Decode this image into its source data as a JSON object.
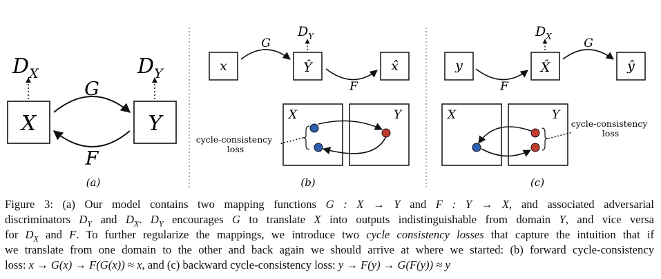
{
  "panel_a": {
    "dx": "D",
    "dx_sub": "X",
    "dy": "D",
    "dy_sub": "Y",
    "node_x": "X",
    "node_y": "Y",
    "g": "G",
    "f": "F",
    "label": "(a)"
  },
  "panel_b": {
    "dy": "D",
    "dy_sub": "Y",
    "node_x": "x",
    "node_yhat": "Ŷ",
    "node_xhat": "x̂",
    "g": "G",
    "f": "F",
    "box_x": "X",
    "box_y": "Y",
    "loss_line1": "cycle-consistency",
    "loss_line2": "loss",
    "label": "(b)"
  },
  "panel_c": {
    "dx": "D",
    "dx_sub": "X",
    "node_y": "y",
    "node_xhat": "X̂",
    "node_yhat": "ŷ",
    "g": "G",
    "f": "F",
    "box_x": "X",
    "box_y": "Y",
    "loss_line1": "cycle-consistency",
    "loss_line2": "loss",
    "label": "(c)"
  },
  "colors": {
    "red_dot": "#c23b2f",
    "blue_dot": "#2f5fae"
  },
  "caption": {
    "label": "Figure 3:",
    "l1_a": "(a) Our model contains two mapping functions",
    "l1_m1": "G : X → Y",
    "l1_b": "and",
    "l1_m2": "F : Y → X",
    "l1_c": ", and associated adversarial",
    "l2_a": "discriminators",
    "l2_b": "and",
    "l2_c": "encourages",
    "l2_d": "to translate",
    "l2_e": "into outputs indistinguishable from domain",
    "l2_f": ", and vice versa",
    "l3_a": "for",
    "l3_b": "and",
    "l3_c": ". To further regularize the mappings, we introduce two",
    "l3_em": "cycle consistency losses",
    "l3_d": "that capture the intuition that if",
    "l4": "we translate from one domain to the other and back again we should arrive at where we started: (b) forward cycle-consistency",
    "l5_a": "loss:",
    "l5_m1": "x → G(x) → F(G(x)) ≈ x",
    "l5_b": ", and (c) backward cycle-consistency loss:",
    "l5_m2": "y → F(y) → G(F(y)) ≈ y"
  }
}
